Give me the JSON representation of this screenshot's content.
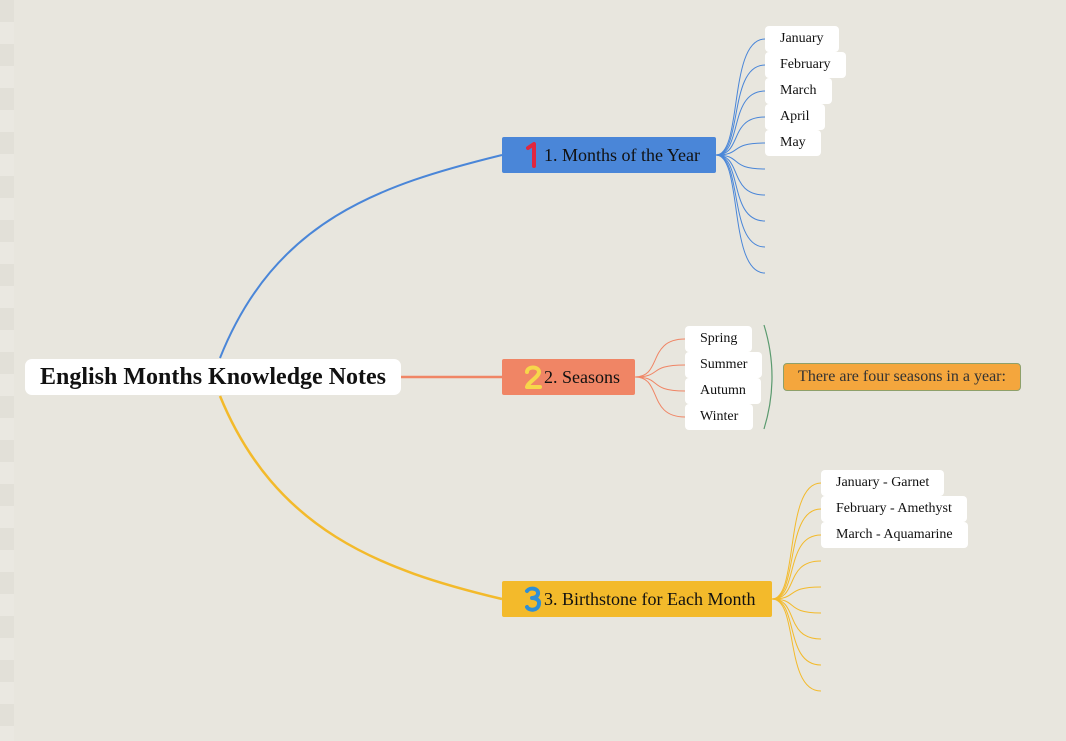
{
  "root": {
    "label": "English Months Knowledge Notes"
  },
  "branches": [
    {
      "label": "1. Months of the Year",
      "color": "#4a86d8",
      "number_color": "#e0263f",
      "number_icon": "number-one-icon",
      "children": [
        "January",
        "February",
        "March",
        "April",
        "May",
        "",
        "",
        "",
        "",
        ""
      ]
    },
    {
      "label": "2. Seasons",
      "color": "#f08565",
      "number_color": "#f7d64a",
      "number_icon": "number-two-icon",
      "children": [
        "Spring",
        "Summer",
        "Autumn",
        "Winter"
      ],
      "summary": "There are four seasons in a year:",
      "summary_color": "#f4a63d",
      "bracket_color": "#5a9a6e"
    },
    {
      "label": "3. Birthstone for Each Month",
      "color": "#f3ba2b",
      "number_color": "#2f8fd6",
      "number_icon": "number-three-icon",
      "children": [
        "January - Garnet",
        "February - Amethyst",
        "March - Aquamarine",
        "",
        "",
        "",
        "",
        "",
        ""
      ]
    }
  ]
}
